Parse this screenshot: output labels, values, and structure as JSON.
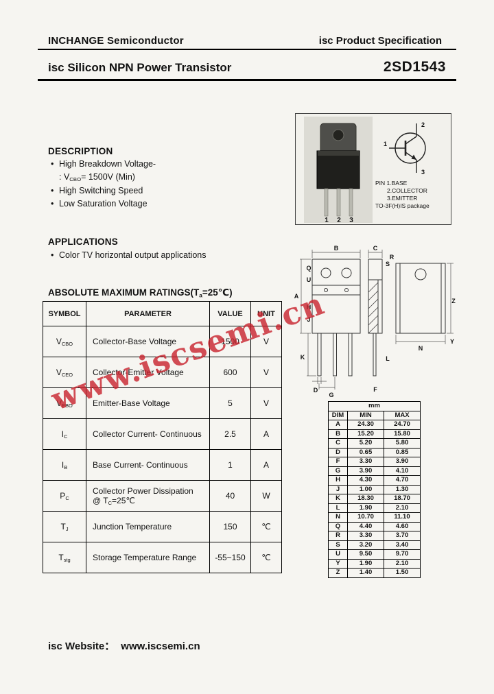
{
  "header": {
    "company": "INCHANGE Semiconductor",
    "spec_prefix": "isc",
    "spec_text": " Product Specification"
  },
  "title": {
    "prefix": "isc",
    "text": " Silicon NPN Power Transistor",
    "part_number": "2SD1543"
  },
  "description": {
    "heading": "DESCRIPTION",
    "items": [
      {
        "bullet": "•",
        "pre": "High Breakdown Voltage-",
        "sub": "",
        "post": ""
      },
      {
        "bullet": "",
        "pre": ": V",
        "sub": "CBO",
        "post": "= 1500V (Min)"
      },
      {
        "bullet": "•",
        "pre": "High Switching Speed",
        "sub": "",
        "post": ""
      },
      {
        "bullet": "•",
        "pre": "Low Saturation Voltage",
        "sub": "",
        "post": ""
      }
    ]
  },
  "applications": {
    "heading": "APPLICATIONS",
    "items": [
      {
        "bullet": "•",
        "pre": "Color TV horizontal output applications",
        "sub": "",
        "post": ""
      }
    ]
  },
  "ratings": {
    "heading_pre": "ABSOLUTE MAXIMUM RATINGS(T",
    "heading_sub": "a",
    "heading_post": "=25℃)",
    "columns": [
      "SYMBOL",
      "PARAMETER",
      "VALUE",
      "UNIT"
    ],
    "rows": [
      {
        "sym_base": "V",
        "sym_sub": "CBO",
        "parameter": "Collector-Base Voltage",
        "p2_pre": "",
        "p2_sub": "",
        "p2_post": "",
        "value": "1500",
        "unit": "V"
      },
      {
        "sym_base": "V",
        "sym_sub": "CEO",
        "parameter": "Collector-Emitter Voltage",
        "p2_pre": "",
        "p2_sub": "",
        "p2_post": "",
        "value": "600",
        "unit": "V"
      },
      {
        "sym_base": "V",
        "sym_sub": "EBO",
        "parameter": "Emitter-Base Voltage",
        "p2_pre": "",
        "p2_sub": "",
        "p2_post": "",
        "value": "5",
        "unit": "V"
      },
      {
        "sym_base": "I",
        "sym_sub": "C",
        "parameter": "Collector Current- Continuous",
        "p2_pre": "",
        "p2_sub": "",
        "p2_post": "",
        "value": "2.5",
        "unit": "A"
      },
      {
        "sym_base": "I",
        "sym_sub": "B",
        "parameter": "Base Current- Continuous",
        "p2_pre": "",
        "p2_sub": "",
        "p2_post": "",
        "value": "1",
        "unit": "A"
      },
      {
        "sym_base": "P",
        "sym_sub": "C",
        "parameter": "Collector Power Dissipation",
        "p2_pre": "@ T",
        "p2_sub": "C",
        "p2_post": "=25℃",
        "value": "40",
        "unit": "W"
      },
      {
        "sym_base": "T",
        "sym_sub": "J",
        "parameter": "Junction Temperature",
        "p2_pre": "",
        "p2_sub": "",
        "p2_post": "",
        "value": "150",
        "unit": "℃"
      },
      {
        "sym_base": "T",
        "sym_sub": "stg",
        "parameter": "Storage Temperature Range",
        "p2_pre": "",
        "p2_sub": "",
        "p2_post": "",
        "value": "-55~150",
        "unit": "℃"
      }
    ]
  },
  "package_box": {
    "pin_line1": "PIN 1.BASE",
    "pin_line2": "2.COLLECTOR",
    "pin_line3": "3.EMITTER",
    "pin_line4": "TO-3F(H)IS package",
    "photo_pins": [
      "1",
      "2",
      "3"
    ],
    "symbol_pins": {
      "base": "1",
      "collector": "2",
      "emitter": "3"
    }
  },
  "outline": {
    "labels": {
      "A": "A",
      "B": "B",
      "C": "C",
      "D": "D",
      "F": "F",
      "G": "G",
      "H": "H",
      "J": "J",
      "K": "K",
      "L": "L",
      "N": "N",
      "Q": "Q",
      "R": "R",
      "S": "S",
      "U": "U",
      "Y": "Y",
      "Z": "Z"
    }
  },
  "dims": {
    "unit_header": "mm",
    "columns": [
      "DIM",
      "MIN",
      "MAX"
    ],
    "rows": [
      [
        "A",
        "24.30",
        "24.70"
      ],
      [
        "B",
        "15.20",
        "15.80"
      ],
      [
        "C",
        "5.20",
        "5.80"
      ],
      [
        "D",
        "0.65",
        "0.85"
      ],
      [
        "F",
        "3.30",
        "3.90"
      ],
      [
        "G",
        "3.90",
        "4.10"
      ],
      [
        "H",
        "4.30",
        "4.70"
      ],
      [
        "J",
        "1.00",
        "1.30"
      ],
      [
        "K",
        "18.30",
        "18.70"
      ],
      [
        "L",
        "1.90",
        "2.10"
      ],
      [
        "N",
        "10.70",
        "11.10"
      ],
      [
        "Q",
        "4.40",
        "4.60"
      ],
      [
        "R",
        "3.30",
        "3.70"
      ],
      [
        "S",
        "3.20",
        "3.40"
      ],
      [
        "U",
        "9.50",
        "9.70"
      ],
      [
        "Y",
        "1.90",
        "2.10"
      ],
      [
        "Z",
        "1.40",
        "1.50"
      ]
    ]
  },
  "watermark": "www.iscsemi.cn",
  "footer": {
    "prefix": "isc",
    "label": " Website：",
    "url": "www.iscsemi.cn"
  },
  "colors": {
    "watermark": "#c8232d",
    "rule": "#000000"
  }
}
